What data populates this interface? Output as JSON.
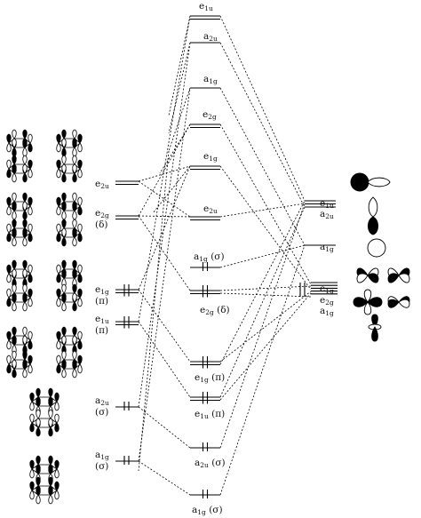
{
  "diagram": {
    "mid_levels": [
      {
        "id": "m_e1u_top",
        "label": "e1u",
        "sym": ""
      },
      {
        "id": "m_a2u_top",
        "label": "a2u",
        "sym": ""
      },
      {
        "id": "m_a1g_top",
        "label": "a1g",
        "sym": ""
      },
      {
        "id": "m_e2g_top",
        "label": "e2g",
        "sym": ""
      },
      {
        "id": "m_e1g_top",
        "label": "e1g",
        "sym": ""
      },
      {
        "id": "m_e2u_top",
        "label": "e2u",
        "sym": ""
      },
      {
        "id": "m_a1g_sig",
        "label": "a1g",
        "sym": "(σ)"
      },
      {
        "id": "m_e2g_del",
        "label": "e2g",
        "sym": "(δ)"
      },
      {
        "id": "m_e1g_pi",
        "label": "e1g",
        "sym": "(π)"
      },
      {
        "id": "m_e1u_pi",
        "label": "e1u",
        "sym": "(π)"
      },
      {
        "id": "m_a2u_sig",
        "label": "a2u",
        "sym": "(σ)"
      },
      {
        "id": "m_a1g_sig2",
        "label": "a1g",
        "sym": "(σ)"
      }
    ],
    "left_levels": [
      {
        "id": "l_e2u",
        "label": "e2u",
        "sym": ""
      },
      {
        "id": "l_e2g",
        "label": "e2g",
        "sym": "(δ)"
      },
      {
        "id": "l_e1g",
        "label": "e1g",
        "sym": "(π)"
      },
      {
        "id": "l_e1u",
        "label": "e1u",
        "sym": "(π)"
      },
      {
        "id": "l_a2u",
        "label": "a2u",
        "sym": "(σ)"
      },
      {
        "id": "l_a1g",
        "label": "a1g",
        "sym": "(σ)"
      }
    ],
    "right_levels": [
      {
        "id": "r_e1u",
        "label": "e1u"
      },
      {
        "id": "r_a2u",
        "label": "a2u"
      },
      {
        "id": "r_a1g",
        "label": "a1g"
      },
      {
        "id": "r_e1g",
        "label": "e1g"
      },
      {
        "id": "r_e2g",
        "label": "e2g"
      },
      {
        "id": "r_a1g2",
        "label": "a1g"
      }
    ]
  }
}
